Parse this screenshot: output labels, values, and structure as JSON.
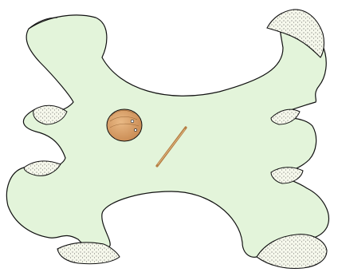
{
  "illustration": {
    "subject": "sclerite",
    "fill_color": "#E3F4DA",
    "outline_color": "#111111",
    "tip_color": "#F6F8EC",
    "nucleus_color": "#D9A36E",
    "rod_color": "#B57E43",
    "arms": [
      {
        "position": "upper-left",
        "tip": "hook"
      },
      {
        "position": "upper-right",
        "tip": "stippled-cap"
      },
      {
        "position": "lower-left",
        "tip": "stippled-cap"
      },
      {
        "position": "lower-right",
        "tip": "stippled-cap"
      }
    ],
    "side_lobes": [
      {
        "position": "left-upper"
      },
      {
        "position": "left-lower"
      },
      {
        "position": "right-upper"
      },
      {
        "position": "right-lower"
      }
    ]
  }
}
